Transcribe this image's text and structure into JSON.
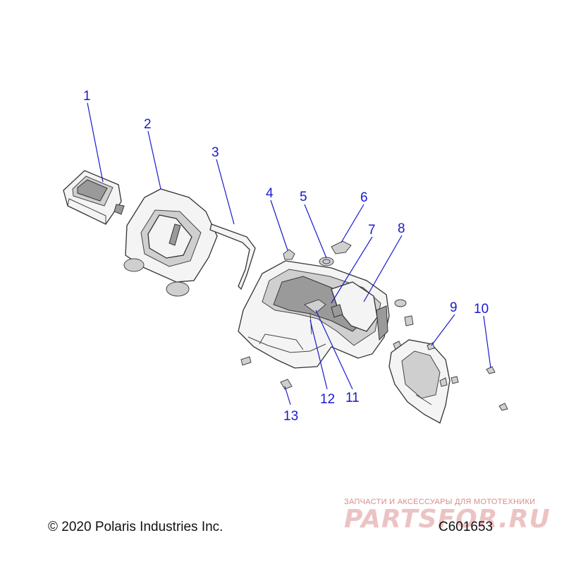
{
  "callouts": [
    "1",
    "2",
    "3",
    "4",
    "5",
    "6",
    "7",
    "8",
    "9",
    "10",
    "11",
    "12",
    "13"
  ],
  "footer": {
    "copyright": "© 2020 Polaris Industries Inc.",
    "code": "C601653"
  },
  "watermark": {
    "tagline": "ЗАПЧАСТИ И АКСЕССУАРЫ ДЛЯ МОТОТЕХНИКИ",
    "logo": "PARTSFOR.RU"
  },
  "colors": {
    "callout": "#1a1ad0",
    "line": "#333333",
    "watermark": "#e9b9b9"
  }
}
